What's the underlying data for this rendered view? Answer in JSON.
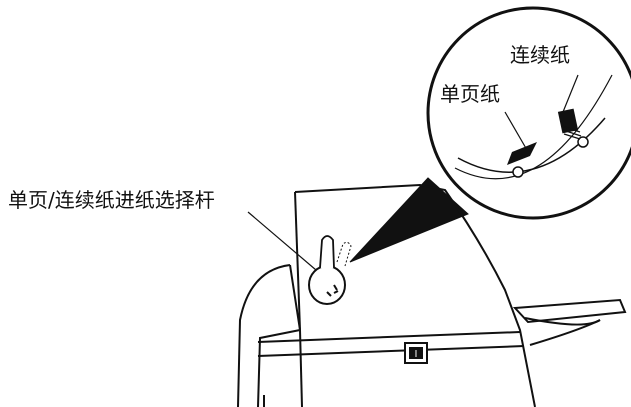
{
  "labels": {
    "single_sheet": "单页纸",
    "continuous_paper": "连续纸",
    "lever": "单页/连续纸进纸选择杆"
  },
  "panel_badge": "I"
}
